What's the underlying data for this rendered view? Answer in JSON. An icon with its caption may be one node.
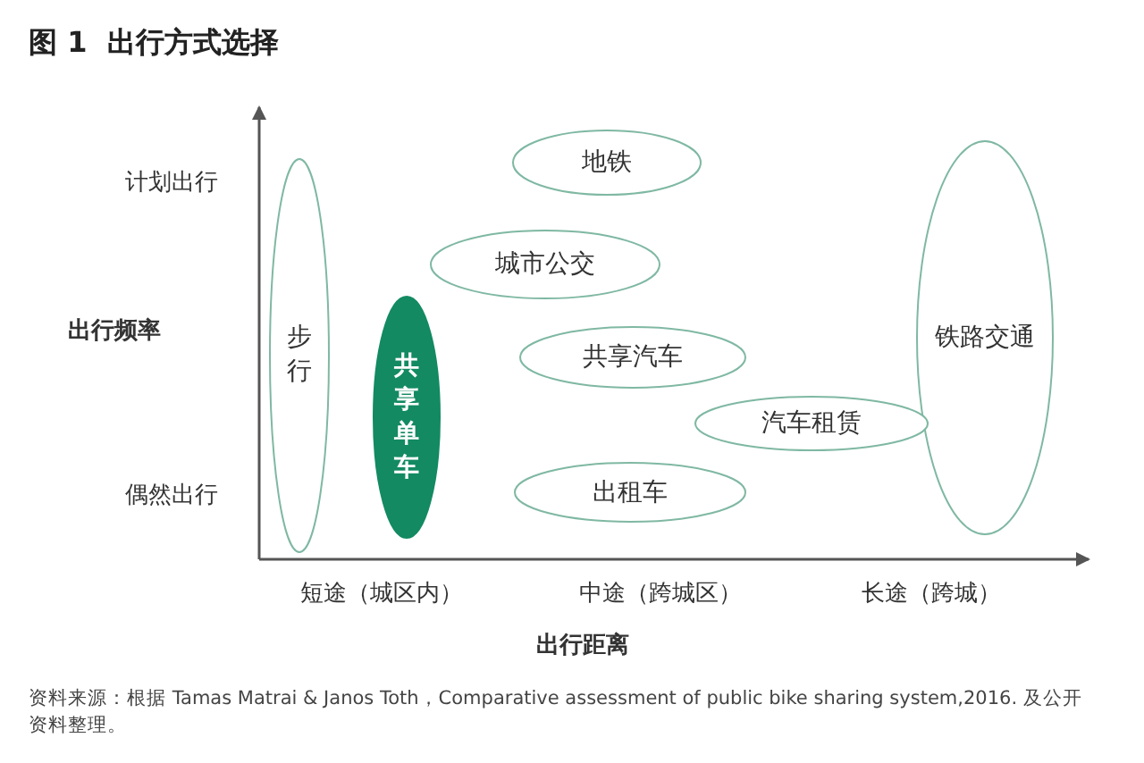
{
  "diagram": {
    "title": "图 1  出行方式选择",
    "nodes": [
      {
        "text": [
          "地铁"
        ]
      },
      {
        "text": [
          "步行"
        ]
      },
      {
        "text": [
          "城市公交"
        ]
      },
      {
        "text": [
          "共享单车"
        ]
      },
      {
        "text": [
          "铁路交通"
        ]
      },
      {
        "text": [
          "共享汽车"
        ]
      },
      {
        "text": [
          "汽车租赁"
        ]
      },
      {
        "text": [
          "出租车"
        ]
      }
    ],
    "labels": [
      "计划出行",
      "出行频率",
      "偶然出行",
      "短途（城区内）",
      "中途（跨城区）",
      "长途（跨城）",
      "出行距离"
    ],
    "caption": "资料来源：根据 Tamas Matrai & Janos Toth，Comparative assessment of public bike sharing system,2016. 及公开资料整理。"
  }
}
